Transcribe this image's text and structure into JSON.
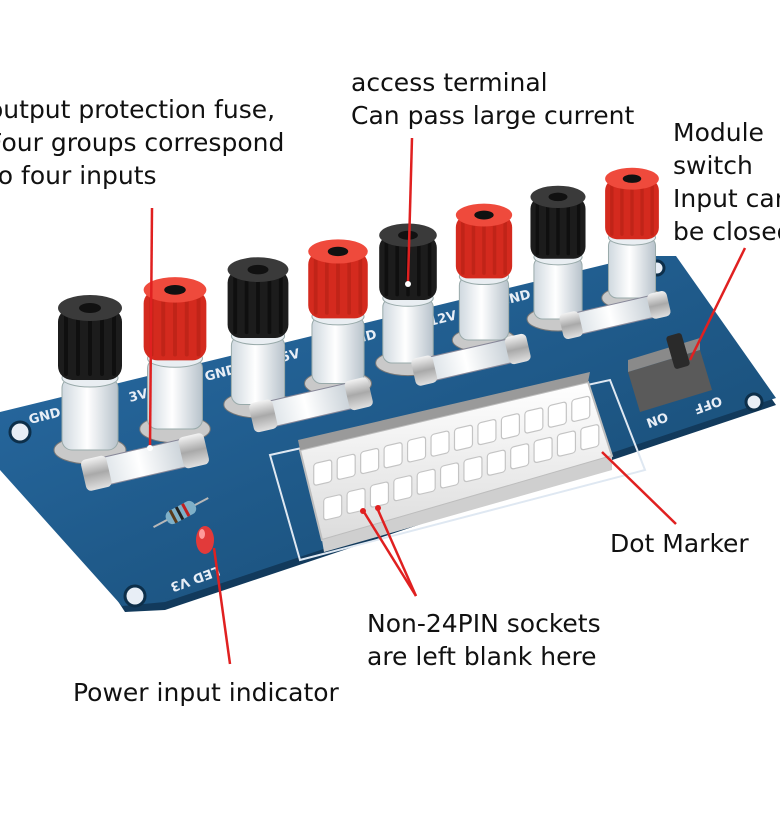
{
  "annotations": {
    "fuse": {
      "lines": [
        "output protection fuse,",
        "Four groups correspond",
        "to four inputs"
      ]
    },
    "terminal": {
      "lines": [
        "access terminal",
        "Can pass large current"
      ]
    },
    "switch": {
      "lines": [
        "Module",
        "switch",
        "Input can",
        "be closed"
      ]
    },
    "dot_marker": {
      "text": "Dot Marker"
    },
    "sockets": {
      "lines": [
        "Non-24PIN sockets",
        "are left blank here"
      ]
    },
    "indicator": {
      "text": "Power input indicator"
    }
  },
  "silkscreen": {
    "led": "LED V3",
    "gnd": "GND",
    "v3": "3V",
    "v5": "5V",
    "v12": "12V",
    "on": "ON",
    "off": "OFF"
  },
  "colors": {
    "pcb": "#1f5a8a",
    "post_red": "#d42a1e",
    "post_black": "#1c1c1c",
    "connector": "#f1f1f1",
    "leader": "#e02020"
  },
  "posts": [
    "black",
    "red",
    "black",
    "red",
    "black",
    "red",
    "black",
    "red"
  ]
}
